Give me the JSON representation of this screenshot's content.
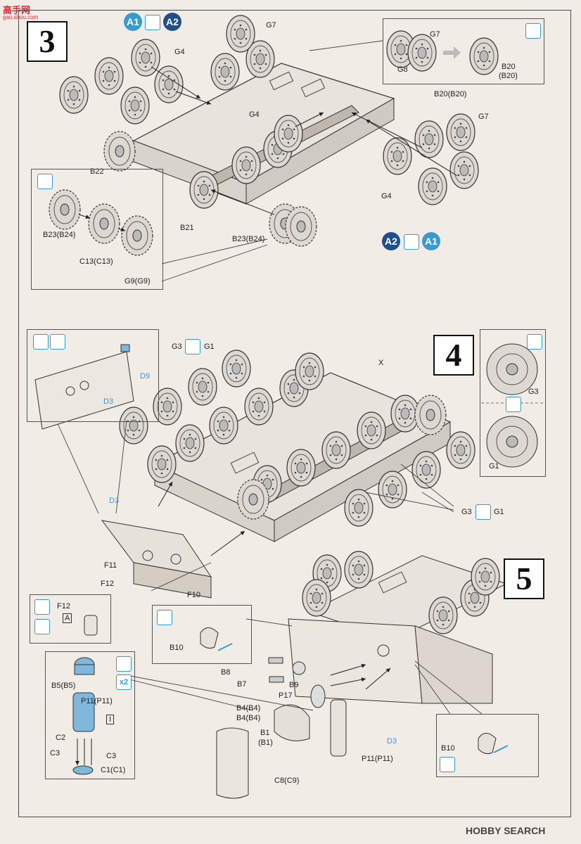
{
  "watermark": {
    "site": "高手网",
    "url": "gao.shou.com"
  },
  "footer": {
    "brand": "HOBBY SEARCH"
  },
  "colors": {
    "accent_blue": "#3a9ad0",
    "dark_navy": "#1f4f88",
    "paper": "#f1ece5"
  },
  "step3": {
    "number": "3",
    "header_a1": "A1",
    "header_a2": "A2",
    "footer_a2": "A2",
    "footer_a1": "A1",
    "labels": {
      "g7_top": "G7",
      "g4_top": "G4",
      "g4_mid": "G4",
      "g4_bottom": "G4",
      "b20_b20": "B20(B20)",
      "g7_right": "G7",
      "b22": "B22",
      "b21": "B21",
      "b23_b24": "B23(B24)"
    },
    "inset_sprocket": {
      "b23_b24": "B23(B24)",
      "c13_c13": "C13(C13)",
      "g9_g9": "G9(G9)"
    },
    "inset_wheel": {
      "g7": "G7",
      "g8": "G8",
      "b20": "B20",
      "b20_paren": "(B20)"
    }
  },
  "step4": {
    "number": "4",
    "labels": {
      "g3_top": "G3",
      "g1_top": "G1",
      "x": "X",
      "g3_bottom": "G3",
      "g1_bottom": "G1",
      "d3_main": "D3"
    },
    "inset_plate": {
      "d9": "D9",
      "d3": "D3"
    },
    "inset_wheels": {
      "g3": "G3",
      "g1": "G1"
    }
  },
  "step5": {
    "number": "5",
    "labels": {
      "f11": "F11",
      "f12": "F12",
      "f10": "F10",
      "b8": "B8",
      "b7": "B7",
      "b9": "B9",
      "p17": "P17",
      "b4_b4_a": "B4(B4)",
      "b4_b4_b": "B4(B4)",
      "b1": "B1",
      "b1_paren": "(B1)",
      "p11_p11": "P11(P11)",
      "c8_c9": "C8(C9)",
      "d3": "D3"
    },
    "inset_f12": {
      "f12": "F12",
      "a_box": "A"
    },
    "inset_b10_left": {
      "b10": "B10"
    },
    "inset_b10_right": {
      "b10": "B10"
    },
    "inset_exhaust": {
      "b5_b5": "B5(B5)",
      "p11_p11": "P11(P11)",
      "ref_box": "I",
      "c2": "C2",
      "c3_left": "C3",
      "c3_right": "C3",
      "c1_c1": "C1(C1)",
      "x2": "x2"
    }
  }
}
